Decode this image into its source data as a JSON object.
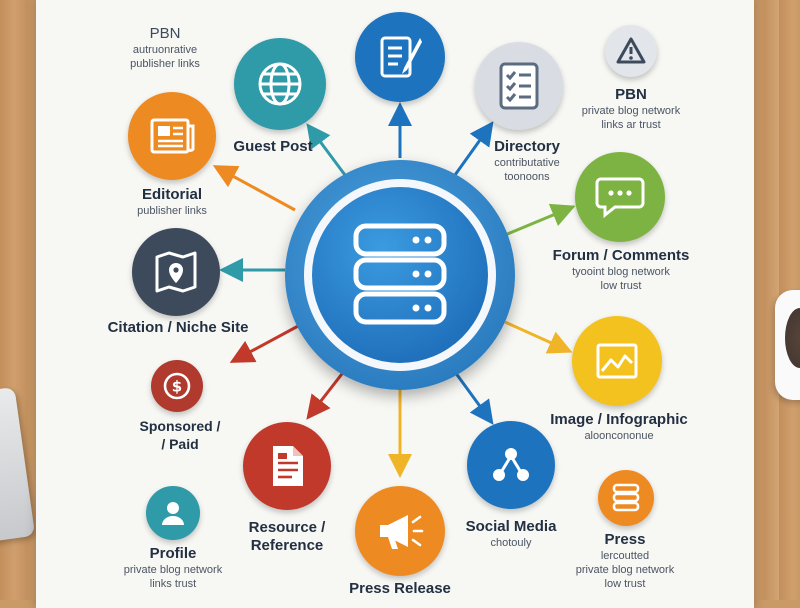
{
  "center": {
    "name": "database-hub"
  },
  "nodes": {
    "pbn_top": {
      "title": "PBN",
      "sub": "autruonrative\npublisher links"
    },
    "guest_post": {
      "title": "Guest Post"
    },
    "press_top": {
      "icon": "document-pen-icon"
    },
    "directory": {
      "title": "Directory",
      "sub": "contributative\ntoonoons"
    },
    "pbn_right": {
      "title": "PBN",
      "sub": "private blog network\nlinks ar trust"
    },
    "editorial": {
      "title": "Editorial",
      "sub": "publisher links"
    },
    "forum": {
      "title": "Forum / Comments",
      "sub": "tyooint blog network\nlow trust"
    },
    "citation": {
      "title": "Citation / Niche Site"
    },
    "image": {
      "title": "Image / Infographic",
      "sub": "alooncononue"
    },
    "sponsored": {
      "title": "Sponsored /\n/ Paid"
    },
    "resource": {
      "title": "Resource /\nReference"
    },
    "social": {
      "title": "Social Media",
      "sub": "chotouly"
    },
    "press_release": {
      "title": "Press Release"
    },
    "profile": {
      "title": "Profile",
      "sub": "private blog network\nlinks trust"
    },
    "press_right": {
      "title": "Press",
      "sub": "lercoutted\nprivate blog network\nlow trust"
    }
  },
  "colors": {
    "blue": "#1e73be",
    "teal": "#2f9aa8",
    "orange": "#ee8a22",
    "gray": "#d9dde3",
    "green": "#7cb342",
    "slate": "#3c4a5c",
    "yellow": "#f4c21f",
    "red": "#c0392b",
    "dark_red": "#b03a2e"
  }
}
